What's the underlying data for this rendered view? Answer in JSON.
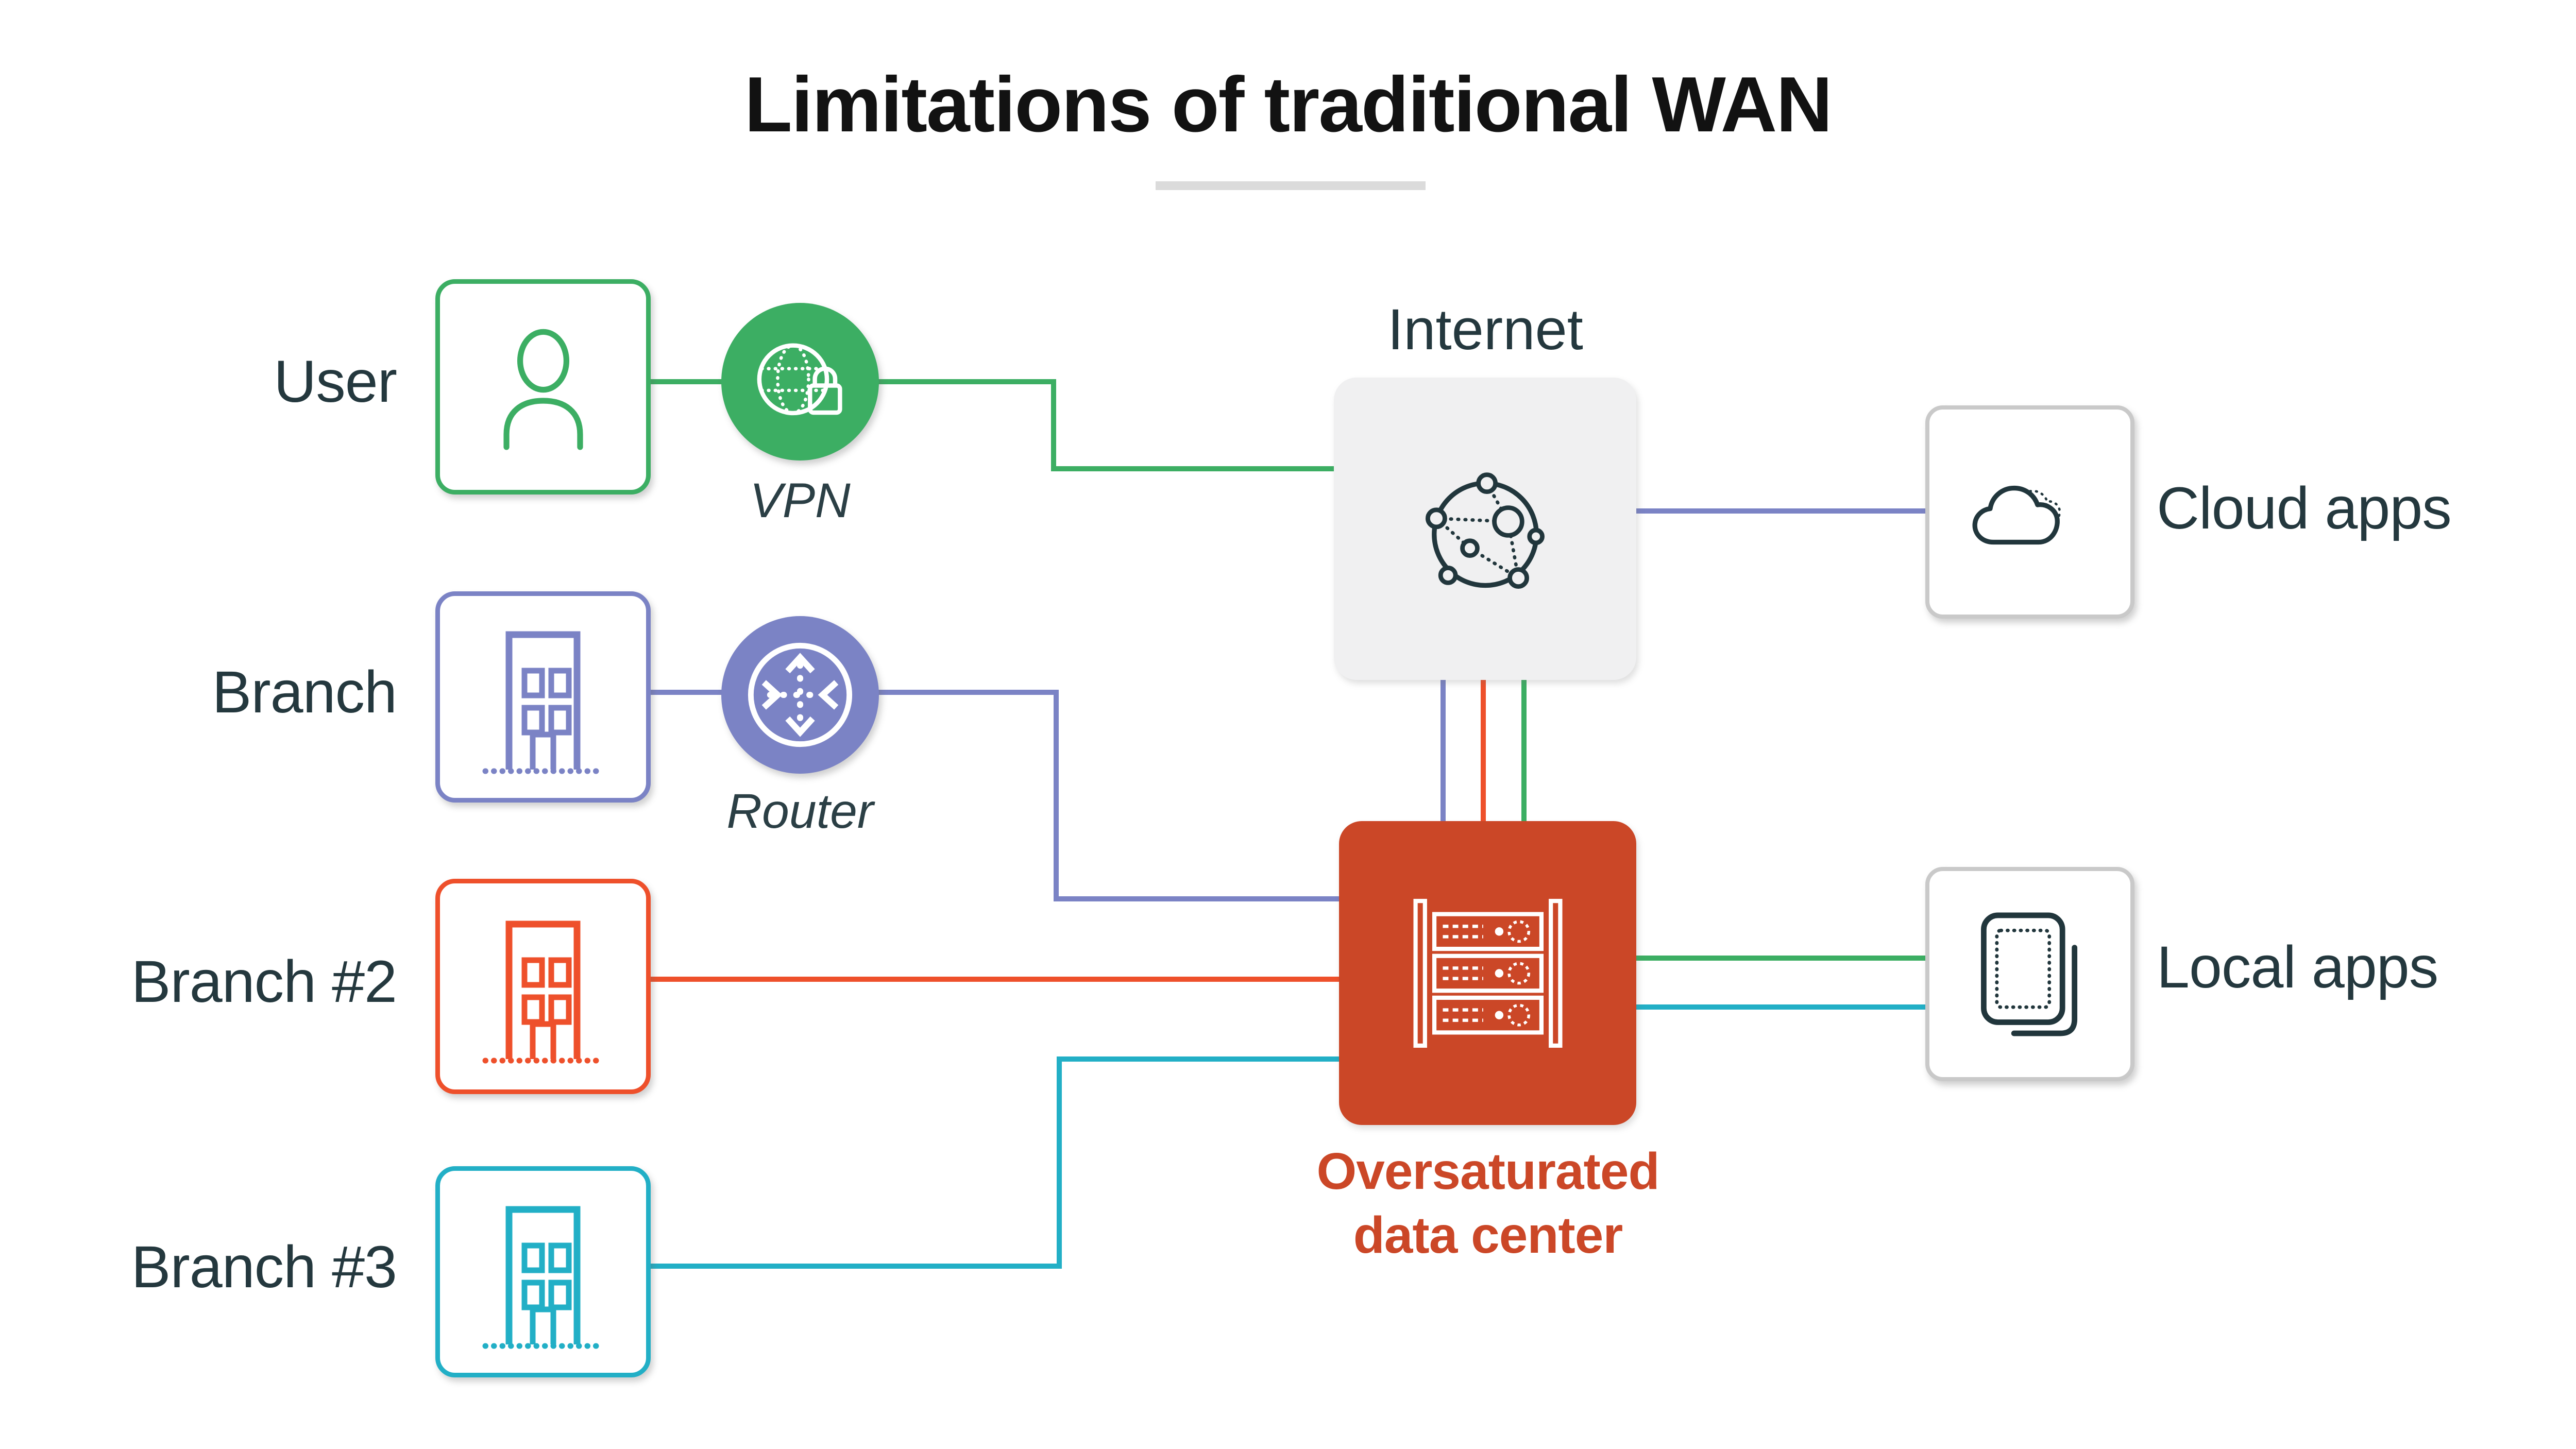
{
  "title": "Limitations of traditional WAN",
  "nodes": {
    "user": {
      "label": "User"
    },
    "vpn": {
      "label": "VPN"
    },
    "branch": {
      "label": "Branch"
    },
    "router": {
      "label": "Router"
    },
    "branch2": {
      "label": "Branch #2"
    },
    "branch3": {
      "label": "Branch #3"
    },
    "internet": {
      "label": "Internet"
    },
    "datacenter": {
      "label": "Oversaturated data center"
    },
    "cloud_apps": {
      "label": "Cloud apps"
    },
    "local_apps": {
      "label": "Local apps"
    }
  },
  "colors": {
    "green": "#3CAE63",
    "purple": "#7B83C5",
    "orange": "#EE502B",
    "red": "#CB4727",
    "teal": "#22AFC6",
    "slate": "#24383E",
    "title": "#121212",
    "gray-fill": "#F0F0F1",
    "gray-border": "#C9C9C9",
    "underline": "#DBDBDB",
    "icon-dark": "#21363C"
  },
  "connections": [
    {
      "from": "User",
      "to": "VPN",
      "color": "green"
    },
    {
      "from": "VPN",
      "to": "Internet",
      "color": "green"
    },
    {
      "from": "Branch",
      "to": "Router",
      "color": "purple"
    },
    {
      "from": "Router",
      "to": "Oversaturated data center",
      "color": "purple"
    },
    {
      "from": "Branch #2",
      "to": "Oversaturated data center",
      "color": "orange"
    },
    {
      "from": "Branch #3",
      "to": "Oversaturated data center",
      "color": "teal"
    },
    {
      "from": "Internet",
      "to": "Oversaturated data center",
      "color": "purple"
    },
    {
      "from": "Internet",
      "to": "Oversaturated data center",
      "color": "orange"
    },
    {
      "from": "Internet",
      "to": "Oversaturated data center",
      "color": "green"
    },
    {
      "from": "Internet",
      "to": "Cloud apps",
      "color": "purple"
    },
    {
      "from": "Oversaturated data center",
      "to": "Local apps",
      "color": "green"
    },
    {
      "from": "Oversaturated data center",
      "to": "Local apps",
      "color": "teal"
    }
  ]
}
